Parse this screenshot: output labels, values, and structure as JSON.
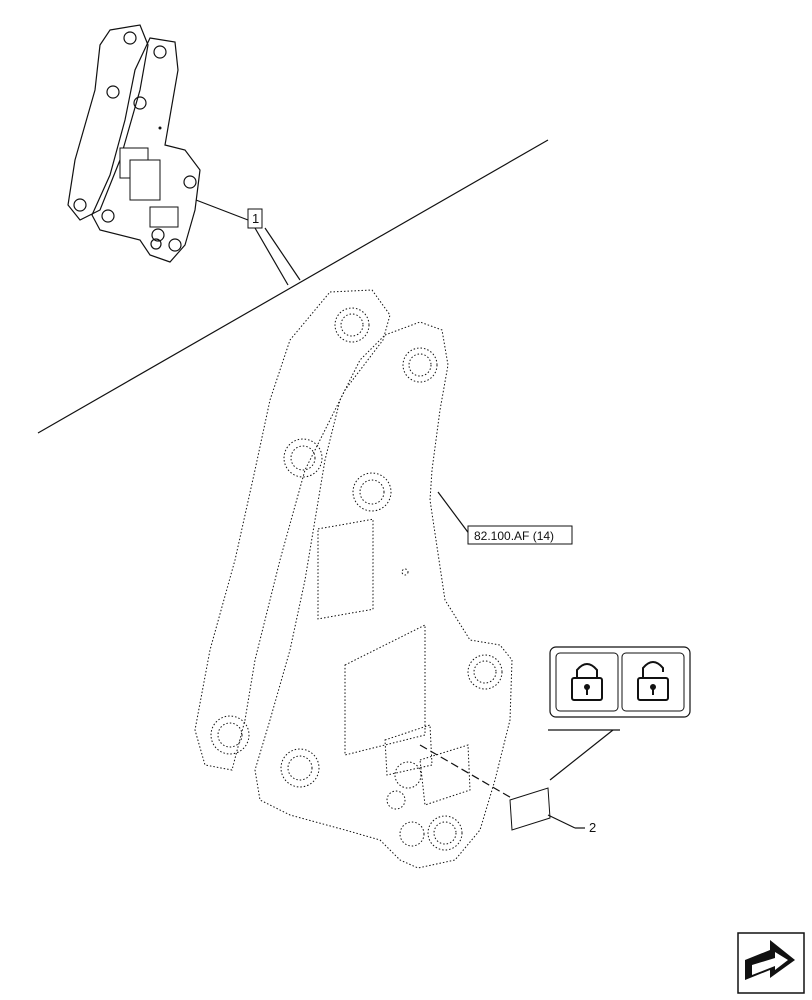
{
  "callouts": {
    "item1": "1",
    "ref_link": "82.100.AF (14)",
    "item2": "2"
  },
  "decal": {
    "icons": [
      "lock-closed-icon",
      "lock-open-icon"
    ]
  },
  "nav_icon": "next-page-arrow-icon"
}
